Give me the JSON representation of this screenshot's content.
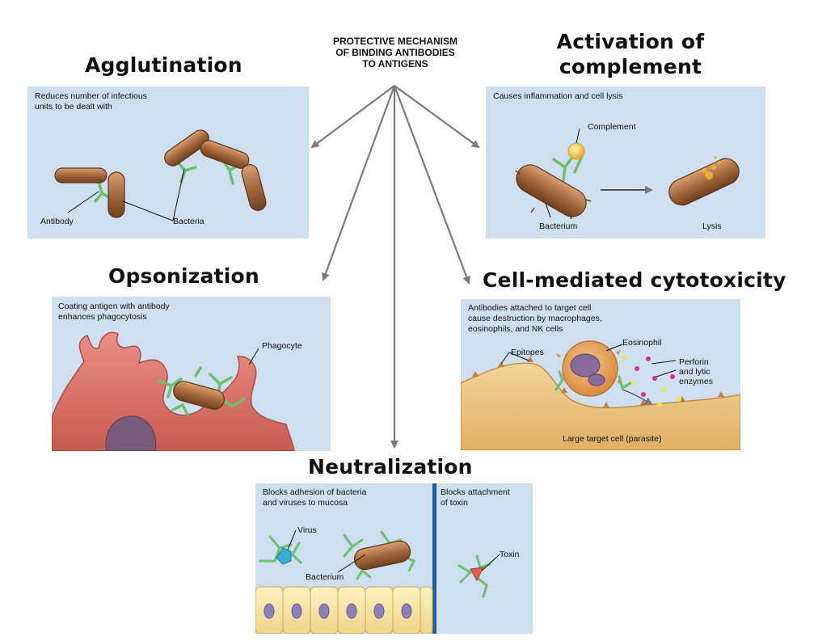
{
  "center_title": [
    "PROTECTIVE MECHANISM",
    "OF BINDING ANTIBODIES",
    "TO ANTIGENS"
  ],
  "agglutination": {
    "title": "Agglutination",
    "caption": [
      "Reduces number of infectious",
      "units to be dealt with"
    ],
    "label_antibody": "Antibody",
    "label_bacteria": "Bacteria"
  },
  "complement": {
    "title_lines": [
      "Activation of",
      "complement"
    ],
    "caption": "Causes inflammation and cell lysis",
    "label_complement": "Complement",
    "label_bacterium": "Bacterium",
    "label_lysis": "Lysis"
  },
  "opsonization": {
    "title": "Opsonization",
    "caption": [
      "Coating antigen with antibody",
      "enhances phagocytosis"
    ],
    "label_phagocyte": "Phagocyte"
  },
  "cytotoxicity": {
    "title": "Cell-mediated cytotoxicity",
    "caption": [
      "Antibodies attached to target cell",
      "cause destruction by macrophages,",
      "eosinophils, and NK cells"
    ],
    "label_epitopes": "Epitopes",
    "label_eosinophil": "Eosinophil",
    "label_perforin": [
      "Perforin",
      "and lytic",
      "enzymes"
    ],
    "label_target": "Large target cell (parasite)"
  },
  "neutralization": {
    "title": "Neutralization",
    "caption_left": [
      "Blocks adhesion of bacteria",
      "and viruses to mucosa"
    ],
    "caption_right": [
      "Blocks attachment",
      "of toxin"
    ],
    "label_virus": "Virus",
    "label_bacterium": "Bacterium",
    "label_toxin": "Toxin"
  }
}
